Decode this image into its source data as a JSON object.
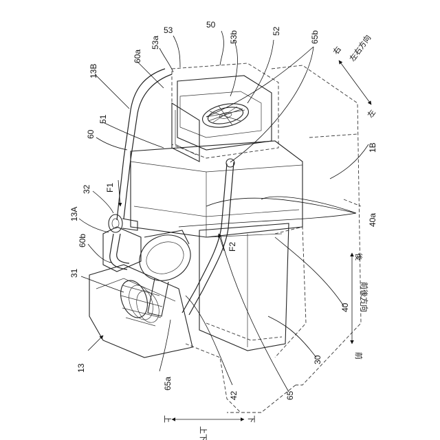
{
  "figure": {
    "reference_labels": {
      "r50": "50",
      "r53": "53",
      "r53a": "53a",
      "r53b": "53b",
      "r52": "52",
      "r65b": "65b",
      "r60a": "60a",
      "r13B": "13B",
      "r51": "51",
      "r60": "60",
      "r1B": "1B",
      "r40a": "40a",
      "r32": "32",
      "r13A": "13A",
      "r60b": "60b",
      "r31": "31",
      "r13": "13",
      "r65a": "65a",
      "r42": "42",
      "r65": "65",
      "r30": "30",
      "r40": "40",
      "F1": "F1",
      "F2": "F2"
    },
    "direction_labels": {
      "right": "右",
      "left_right": "左右方向",
      "left": "左",
      "rear": "後",
      "front_rear": "前後方向",
      "front": "前",
      "up": "上",
      "up_down": "上下方向",
      "down": "下"
    }
  }
}
